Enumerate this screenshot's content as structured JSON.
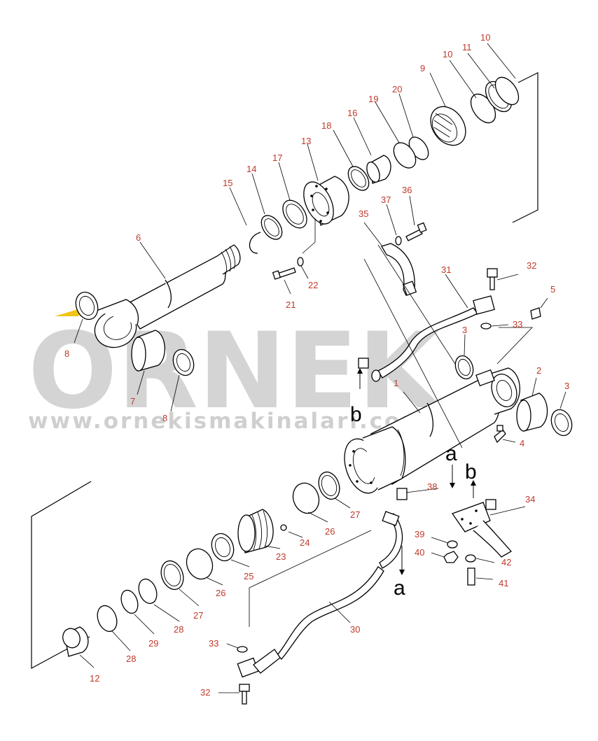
{
  "watermark": {
    "brand": "ORNEK",
    "url": "www.ornekismakinalari.com",
    "accent_color": "#f0c419"
  },
  "callouts": [
    {
      "id": "c10a",
      "text": "10"
    },
    {
      "id": "c11",
      "text": "11"
    },
    {
      "id": "c10b",
      "text": "10"
    },
    {
      "id": "c9",
      "text": "9"
    },
    {
      "id": "c20",
      "text": "20"
    },
    {
      "id": "c19",
      "text": "19"
    },
    {
      "id": "c16",
      "text": "16"
    },
    {
      "id": "c18",
      "text": "18"
    },
    {
      "id": "c13",
      "text": "13"
    },
    {
      "id": "c17",
      "text": "17"
    },
    {
      "id": "c14",
      "text": "14"
    },
    {
      "id": "c15",
      "text": "15"
    },
    {
      "id": "c36",
      "text": "36"
    },
    {
      "id": "c37",
      "text": "37"
    },
    {
      "id": "c35",
      "text": "35"
    },
    {
      "id": "c6",
      "text": "6"
    },
    {
      "id": "c22",
      "text": "22"
    },
    {
      "id": "c21",
      "text": "21"
    },
    {
      "id": "c31",
      "text": "31"
    },
    {
      "id": "c32a",
      "text": "32"
    },
    {
      "id": "c5",
      "text": "5"
    },
    {
      "id": "c33a",
      "text": "33"
    },
    {
      "id": "c3a",
      "text": "3"
    },
    {
      "id": "c8a",
      "text": "8"
    },
    {
      "id": "c7",
      "text": "7"
    },
    {
      "id": "c8b",
      "text": "8"
    },
    {
      "id": "c1",
      "text": "1"
    },
    {
      "id": "c2",
      "text": "2"
    },
    {
      "id": "c3b",
      "text": "3"
    },
    {
      "id": "c4",
      "text": "4"
    },
    {
      "id": "c38",
      "text": "38"
    },
    {
      "id": "c34",
      "text": "34"
    },
    {
      "id": "c27a",
      "text": "27"
    },
    {
      "id": "c26a",
      "text": "26"
    },
    {
      "id": "c24",
      "text": "24"
    },
    {
      "id": "c23",
      "text": "23"
    },
    {
      "id": "c25",
      "text": "25"
    },
    {
      "id": "c26b",
      "text": "26"
    },
    {
      "id": "c27b",
      "text": "27"
    },
    {
      "id": "c28a",
      "text": "28"
    },
    {
      "id": "c29",
      "text": "29"
    },
    {
      "id": "c28b",
      "text": "28"
    },
    {
      "id": "c12",
      "text": "12"
    },
    {
      "id": "c39",
      "text": "39"
    },
    {
      "id": "c40",
      "text": "40"
    },
    {
      "id": "c42",
      "text": "42"
    },
    {
      "id": "c41",
      "text": "41"
    },
    {
      "id": "c30",
      "text": "30"
    },
    {
      "id": "c33b",
      "text": "33"
    },
    {
      "id": "c32b",
      "text": "32"
    }
  ],
  "connection_marks": [
    {
      "id": "mark-b1",
      "text": "b"
    },
    {
      "id": "mark-a1",
      "text": "a"
    },
    {
      "id": "mark-b2",
      "text": "b"
    },
    {
      "id": "mark-a2",
      "text": "a"
    }
  ]
}
